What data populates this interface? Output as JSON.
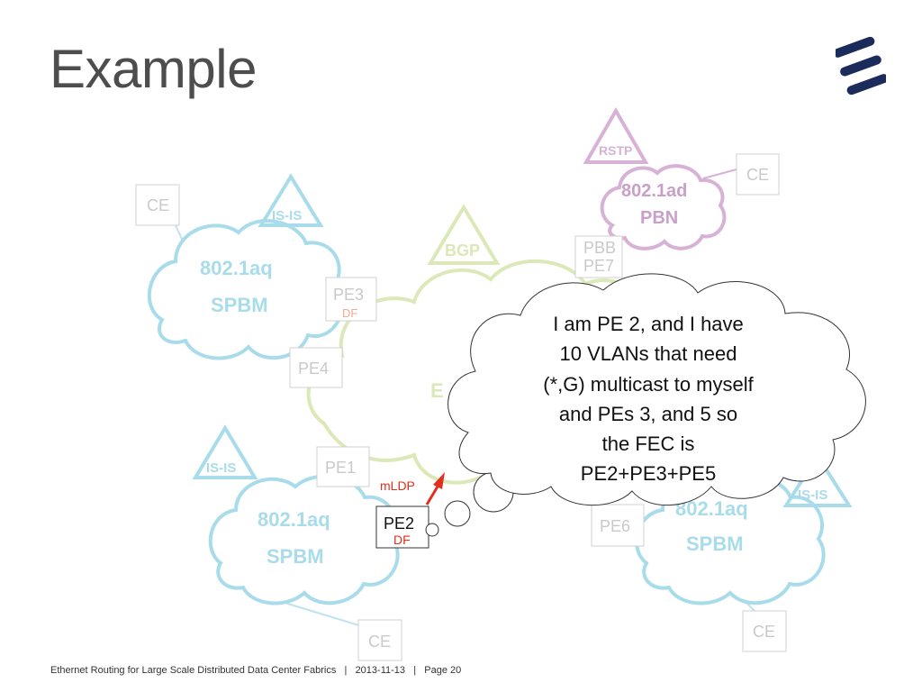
{
  "slide": {
    "title": "Example"
  },
  "logo": {
    "color": "#1a2b5c",
    "icon": "ericsson-logo-icon"
  },
  "clouds": {
    "spbm_top_left": {
      "line1": "802.1aq",
      "line2": "SPBM",
      "color": "#a9dcea"
    },
    "spbm_bottom_left": {
      "line1": "802.1aq",
      "line2": "SPBM",
      "color": "#a9dcea"
    },
    "spbm_bottom_right": {
      "line1": "802.1aq",
      "line2": "SPBM",
      "color": "#a9dcea"
    },
    "pbn": {
      "line1": "802.1ad",
      "line2": "PBN",
      "color": "#d7b2d6"
    },
    "core": {
      "partial_label": "E",
      "color": "#dbe8b8"
    }
  },
  "protocols": {
    "isis_top": "IS-IS",
    "isis_bottom_left": "IS-IS",
    "isis_right": "IS-IS",
    "bgp": "BGP",
    "rstp": "RSTP"
  },
  "nodes": {
    "ce_top_left": "CE",
    "ce_top_right": "CE",
    "ce_bottom": "CE",
    "ce_bottom_right": "CE",
    "pe1": "PE1",
    "pe2": "PE2",
    "pe2_df": "DF",
    "pe3": "PE3",
    "pe3_df": "DF",
    "pe4": "PE4",
    "pe6": "PE6",
    "pbb_pe7_line1": "PBB",
    "pbb_pe7_line2": "PE7"
  },
  "annotations": {
    "mldp": "mLDP"
  },
  "thought_bubble": {
    "lines": [
      "I am PE 2, and I have",
      "10 VLANs that need",
      "(*,G) multicast to myself",
      "and PEs 3, and 5 so",
      "the FEC is",
      "PE2+PE3+PE5"
    ]
  },
  "footer": {
    "title": "Ethernet Routing for Large Scale Distributed Data Center Fabrics",
    "date": "2013-11-13",
    "page": "Page 20",
    "separator": "|"
  },
  "colors": {
    "accent_red": "#e0301e",
    "faint_text": "#c9c9c9"
  }
}
